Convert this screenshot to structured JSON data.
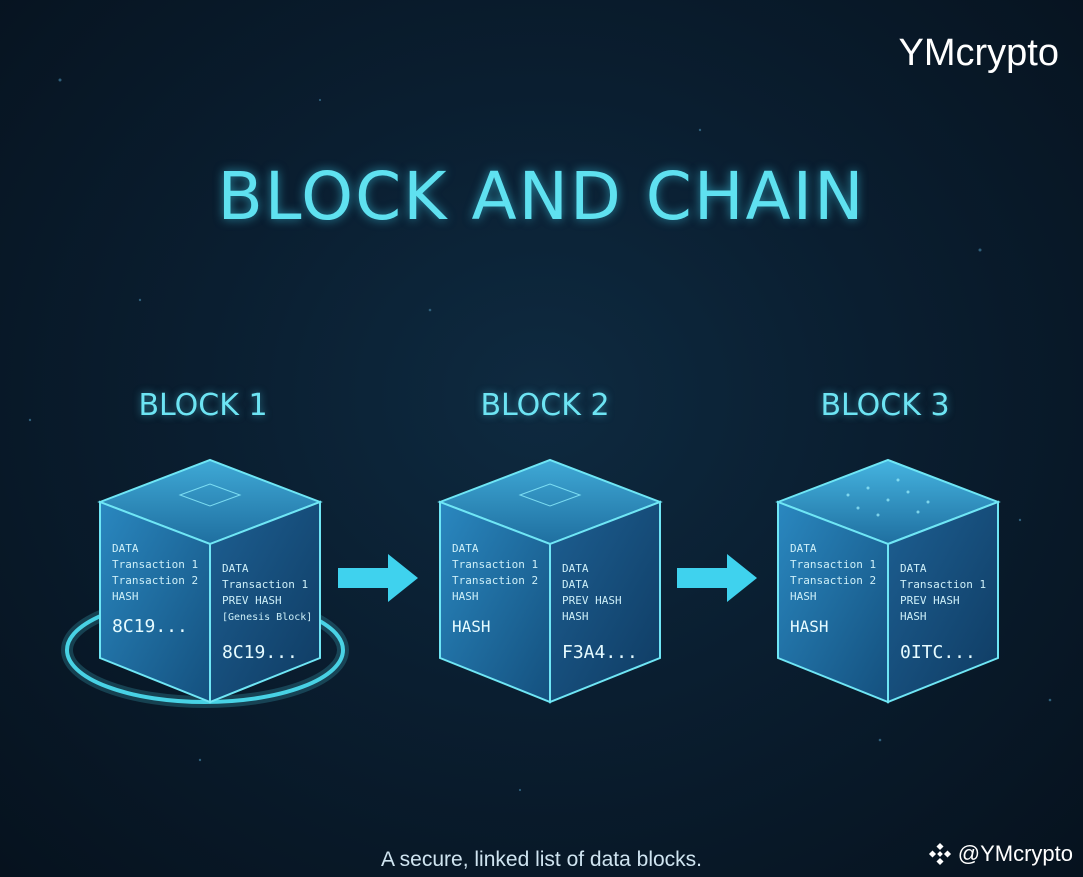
{
  "brand": "YMcrypto",
  "title": "BLOCK AND CHAIN",
  "blocks": [
    {
      "label": "BLOCK 1",
      "left_lines": [
        "DATA",
        "Transaction 1",
        "Transaction 2",
        "HASH"
      ],
      "left_hash": "8C19...",
      "right_lines": [
        "DATA",
        "Transaction 1",
        "PREV HASH",
        "[Genesis Block]"
      ],
      "right_hash": "8C19..."
    },
    {
      "label": "BLOCK 2",
      "left_lines": [
        "DATA",
        "Transaction 1",
        "Transaction 2",
        "HASH"
      ],
      "left_hash": "HASH",
      "right_lines": [
        "DATA",
        "DATA",
        "PREV HASH",
        "HASH"
      ],
      "right_hash": "F3A4..."
    },
    {
      "label": "BLOCK 3",
      "left_lines": [
        "DATA",
        "Transaction 1",
        "Transaction 2",
        "HASH"
      ],
      "left_hash": "HASH",
      "right_lines": [
        "DATA",
        "Transaction 1",
        "PREV HASH",
        "HASH"
      ],
      "right_hash": "0ITC..."
    }
  ],
  "caption": "A secure, linked list of data blocks.",
  "handle": "@YMcrypto",
  "icons": {
    "handle_logo": "binance-diamond-icon",
    "link": "arrow-right-icon"
  },
  "colors": {
    "accent": "#5fe1f0",
    "background": "#0a1e30",
    "cube_face": "#1a5f8e"
  }
}
